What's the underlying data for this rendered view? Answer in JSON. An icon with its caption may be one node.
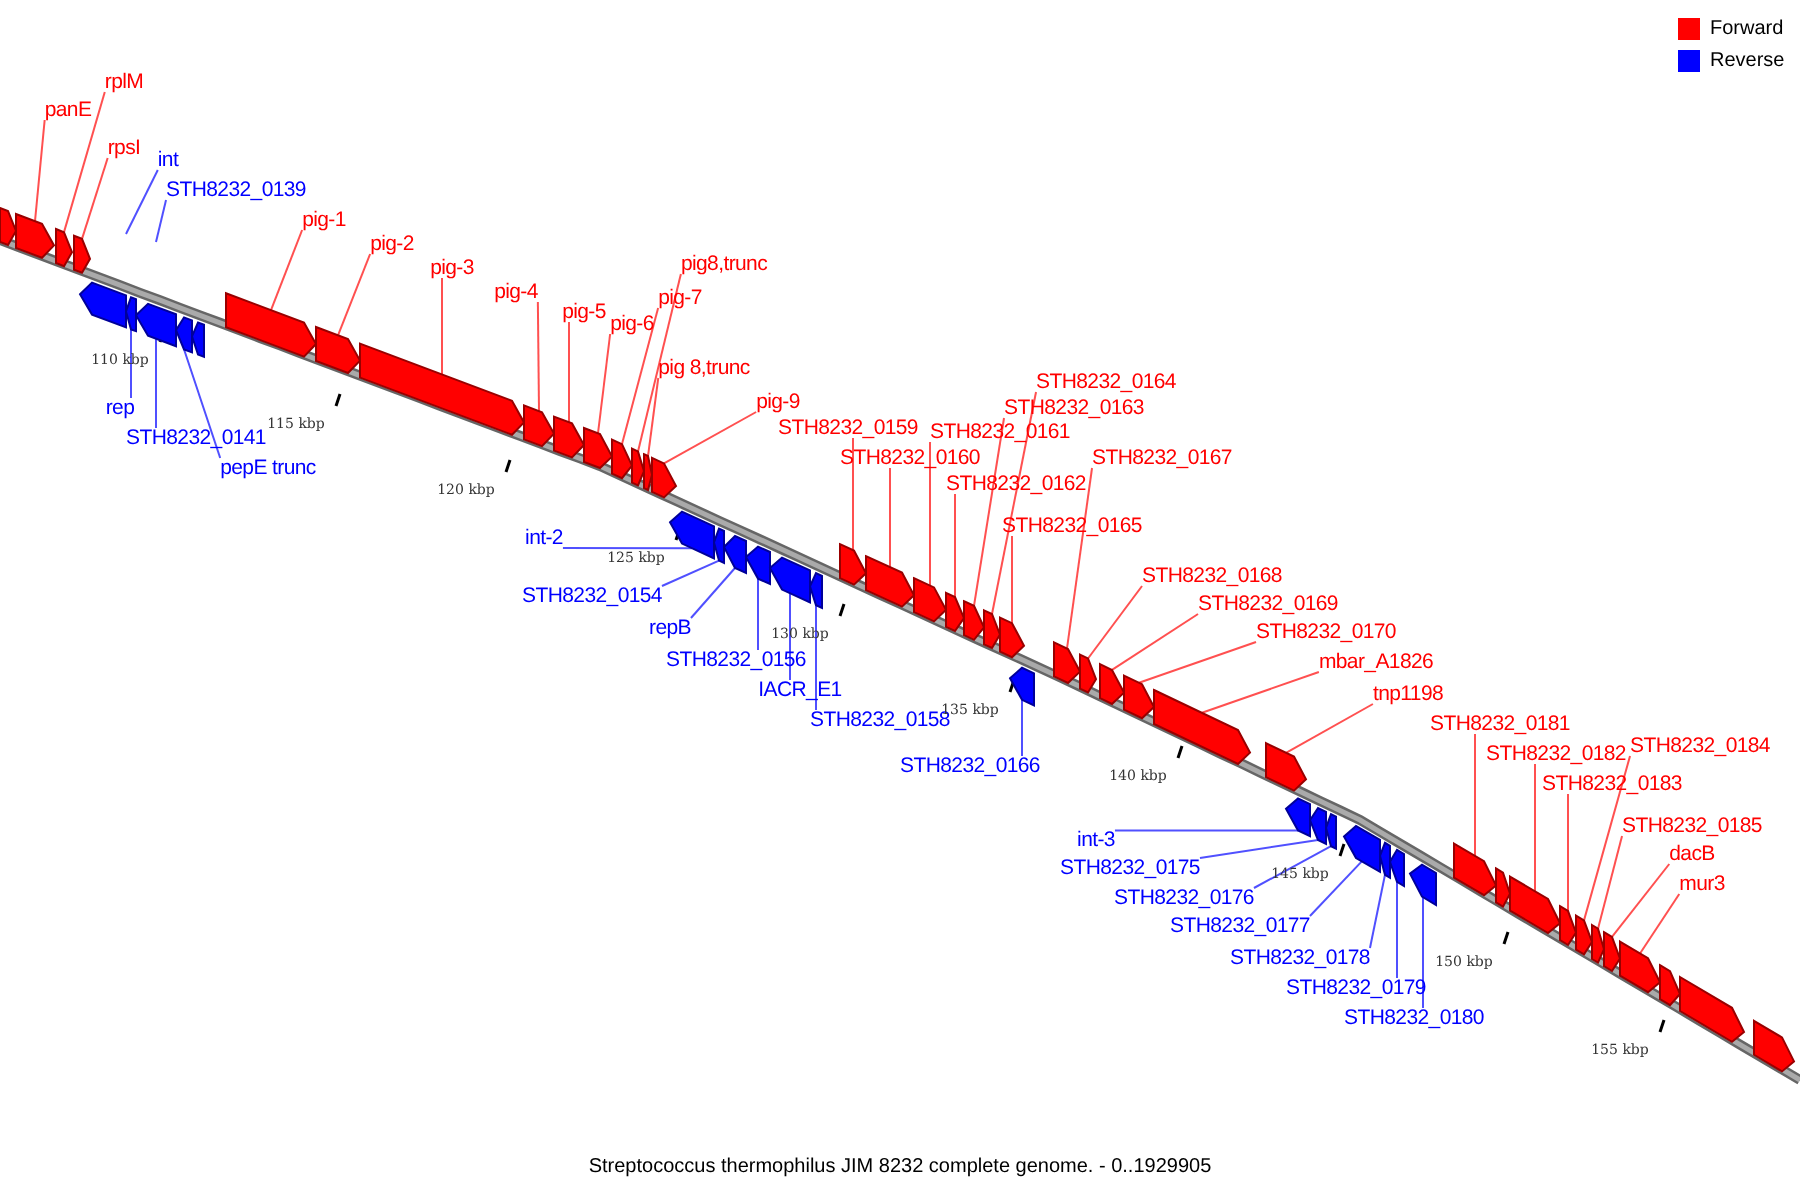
{
  "diagram": {
    "caption": "Streptococcus thermophilus JIM 8232 complete genome. - 0..1929905",
    "nodes": [
      {
        "text": [
          "panE"
        ]
      },
      {
        "text": [],
        "shape": "box"
      },
      {
        "text": [
          "rplM"
        ]
      },
      {
        "text": [],
        "shape": "box"
      },
      {
        "text": [
          "rpsI"
        ]
      },
      {
        "text": [],
        "shape": "box"
      },
      {
        "text": [
          "int"
        ]
      },
      {
        "text": [
          "STH8232_0139"
        ]
      },
      {
        "text": [
          "rep"
        ]
      },
      {
        "text": [],
        "shape": "box"
      },
      {
        "text": [
          "STH8232_0141"
        ]
      },
      {
        "text": [],
        "shape": "box"
      },
      {
        "text": [
          "pepE trunc"
        ]
      },
      {
        "text": [],
        "shape": "box"
      },
      {
        "text": [
          "pig-1"
        ]
      },
      {
        "text": [],
        "shape": "box"
      },
      {
        "text": [
          "pig-2"
        ]
      },
      {
        "text": [],
        "shape": "box"
      },
      {
        "text": [
          "pig-3"
        ]
      },
      {
        "text": [],
        "shape": "box"
      },
      {
        "text": [
          "pig-4"
        ]
      },
      {
        "text": [],
        "shape": "box"
      },
      {
        "text": [
          "pig-5"
        ]
      },
      {
        "text": [],
        "shape": "box"
      },
      {
        "text": [
          "pig-6"
        ]
      },
      {
        "text": [],
        "shape": "box"
      },
      {
        "text": [
          "pig-7"
        ]
      },
      {
        "text": [],
        "shape": "box"
      },
      {
        "text": [
          "pig8,trunc"
        ]
      },
      {
        "text": [],
        "shape": "box"
      },
      {
        "text": [
          "pig 8,trunc"
        ]
      },
      {
        "text": [],
        "shape": "box"
      },
      {
        "text": [
          "pig-9"
        ]
      },
      {
        "text": [],
        "shape": "box"
      },
      {
        "text": [
          "int-2"
        ]
      },
      {
        "text": [],
        "shape": "box"
      },
      {
        "text": [
          "STH8232_0154"
        ]
      },
      {
        "text": [],
        "shape": "box"
      },
      {
        "text": [
          "repB"
        ]
      },
      {
        "text": [],
        "shape": "box"
      },
      {
        "text": [
          "STH8232_0156"
        ]
      },
      {
        "text": [],
        "shape": "box"
      },
      {
        "text": [
          "IACR_E1"
        ]
      },
      {
        "text": [],
        "shape": "box"
      },
      {
        "text": [
          "STH8232_0158"
        ]
      },
      {
        "text": [],
        "shape": "box"
      },
      {
        "text": [
          "STH8232_0159"
        ]
      },
      {
        "text": [],
        "shape": "box"
      },
      {
        "text": [
          "STH8232_0160"
        ]
      },
      {
        "text": [],
        "shape": "box"
      },
      {
        "text": [
          "STH8232_0161"
        ]
      },
      {
        "text": [],
        "shape": "box"
      },
      {
        "text": [
          "STH8232_0162"
        ]
      },
      {
        "text": [],
        "shape": "box"
      },
      {
        "text": [
          "STH8232_0163"
        ]
      },
      {
        "text": [],
        "shape": "box"
      },
      {
        "text": [
          "STH8232_0164"
        ]
      },
      {
        "text": [],
        "shape": "box"
      },
      {
        "text": [
          "STH8232_0165"
        ]
      },
      {
        "text": [],
        "shape": "box"
      },
      {
        "text": [
          "STH8232_0166"
        ]
      },
      {
        "text": [],
        "shape": "box"
      },
      {
        "text": [
          "STH8232_0167"
        ]
      },
      {
        "text": [],
        "shape": "box"
      },
      {
        "text": [
          "STH8232_0168"
        ]
      },
      {
        "text": [],
        "shape": "box"
      },
      {
        "text": [
          "STH8232_0169"
        ]
      },
      {
        "text": [],
        "shape": "box"
      },
      {
        "text": [
          "STH8232_0170"
        ]
      },
      {
        "text": [],
        "shape": "box"
      },
      {
        "text": [
          "mbar_A1826"
        ]
      },
      {
        "text": [],
        "shape": "box"
      },
      {
        "text": [
          "tnp1198"
        ]
      },
      {
        "text": [],
        "shape": "box"
      },
      {
        "text": [
          "int-3"
        ]
      },
      {
        "text": [],
        "shape": "box"
      },
      {
        "text": [
          "STH8232_0175"
        ]
      },
      {
        "text": [],
        "shape": "box"
      },
      {
        "text": [
          "STH8232_0176"
        ]
      },
      {
        "text": [],
        "shape": "box"
      },
      {
        "text": [
          "STH8232_0177"
        ]
      },
      {
        "text": [],
        "shape": "box"
      },
      {
        "text": [
          "STH8232_0178"
        ]
      },
      {
        "text": [],
        "shape": "box"
      },
      {
        "text": [
          "STH8232_0179"
        ]
      },
      {
        "text": [],
        "shape": "box"
      },
      {
        "text": [
          "STH8232_0180"
        ]
      },
      {
        "text": [],
        "shape": "box"
      },
      {
        "text": [
          "STH8232_0181"
        ]
      },
      {
        "text": [],
        "shape": "box"
      },
      {
        "text": [
          "STH8232_0182"
        ]
      },
      {
        "text": [],
        "shape": "box"
      },
      {
        "text": [
          "STH8232_0183"
        ]
      },
      {
        "text": [],
        "shape": "box"
      },
      {
        "text": [
          "STH8232_0184"
        ]
      },
      {
        "text": [],
        "shape": "box"
      },
      {
        "text": [
          "STH8232_0185"
        ]
      },
      {
        "text": [],
        "shape": "box"
      },
      {
        "text": [
          "dacB"
        ]
      },
      {
        "text": [],
        "shape": "box"
      },
      {
        "text": [
          "mur3"
        ]
      },
      {
        "text": [],
        "shape": "box"
      },
      {
        "text": [],
        "shape": "box"
      },
      {
        "text": [],
        "shape": "box"
      },
      {
        "text": [],
        "shape": "box"
      },
      {
        "text": [],
        "shape": "box"
      },
      {
        "text": [],
        "shape": "box"
      },
      {
        "text": [],
        "shape": "box"
      },
      {
        "text": [],
        "shape": "box"
      }
    ],
    "edges": [
      {
        "from": 0,
        "to": 1,
        "arrow": "none"
      },
      {
        "from": 2,
        "to": 3,
        "arrow": "none"
      },
      {
        "from": 4,
        "to": 5,
        "arrow": "none"
      },
      {
        "from": 6,
        "to": null,
        "arrow": "none",
        "color": "#5050ff"
      },
      {
        "from": 7,
        "to": null,
        "arrow": "none",
        "color": "#5050ff"
      },
      {
        "from": 8,
        "to": 9,
        "arrow": "none",
        "color": "#5050ff"
      },
      {
        "from": 10,
        "to": 11,
        "arrow": "none",
        "color": "#5050ff"
      },
      {
        "from": 12,
        "to": 13,
        "arrow": "none",
        "color": "#5050ff"
      },
      {
        "from": 14,
        "to": 15,
        "arrow": "none"
      },
      {
        "from": 16,
        "to": 17,
        "arrow": "none"
      },
      {
        "from": 18,
        "to": 19,
        "arrow": "none"
      },
      {
        "from": 20,
        "to": 21,
        "arrow": "none"
      },
      {
        "from": 22,
        "to": 23,
        "arrow": "none"
      },
      {
        "from": 24,
        "to": 25,
        "arrow": "none"
      },
      {
        "from": 26,
        "to": 27,
        "arrow": "none"
      },
      {
        "from": 28,
        "to": 29,
        "arrow": "none"
      },
      {
        "from": 30,
        "to": 31,
        "arrow": "none"
      },
      {
        "from": 32,
        "to": 33,
        "arrow": "none"
      },
      {
        "from": 34,
        "to": 35,
        "arrow": "none",
        "color": "#5050ff"
      },
      {
        "from": 36,
        "to": 37,
        "arrow": "none",
        "color": "#5050ff"
      },
      {
        "from": 38,
        "to": 39,
        "arrow": "none",
        "color": "#5050ff"
      },
      {
        "from": 40,
        "to": 41,
        "arrow": "none",
        "color": "#5050ff"
      },
      {
        "from": 42,
        "to": 43,
        "arrow": "none",
        "color": "#5050ff"
      },
      {
        "from": 44,
        "to": 45,
        "arrow": "none",
        "color": "#5050ff"
      },
      {
        "from": 46,
        "to": 47,
        "arrow": "none"
      },
      {
        "from": 48,
        "to": 49,
        "arrow": "none"
      },
      {
        "from": 50,
        "to": 51,
        "arrow": "none"
      },
      {
        "from": 52,
        "to": 53,
        "arrow": "none"
      },
      {
        "from": 54,
        "to": 55,
        "arrow": "none"
      },
      {
        "from": 56,
        "to": 57,
        "arrow": "none"
      },
      {
        "from": 58,
        "to": 59,
        "arrow": "none"
      },
      {
        "from": 60,
        "to": 61,
        "arrow": "none",
        "color": "#5050ff"
      },
      {
        "from": 62,
        "to": 63,
        "arrow": "none"
      },
      {
        "from": 64,
        "to": 65,
        "arrow": "none"
      },
      {
        "from": 66,
        "to": 67,
        "arrow": "none"
      },
      {
        "from": 68,
        "to": 69,
        "arrow": "none"
      },
      {
        "from": 70,
        "to": 71,
        "arrow": "none"
      },
      {
        "from": 72,
        "to": 73,
        "arrow": "none"
      },
      {
        "from": 74,
        "to": 75,
        "arrow": "none",
        "color": "#5050ff"
      },
      {
        "from": 76,
        "to": 77,
        "arrow": "none",
        "color": "#5050ff"
      },
      {
        "from": 78,
        "to": 79,
        "arrow": "none",
        "color": "#5050ff"
      },
      {
        "from": 80,
        "to": 81,
        "arrow": "none",
        "color": "#5050ff"
      },
      {
        "from": 82,
        "to": 83,
        "arrow": "none",
        "color": "#5050ff"
      },
      {
        "from": 84,
        "to": 85,
        "arrow": "none",
        "color": "#5050ff"
      },
      {
        "from": 86,
        "to": 87,
        "arrow": "none",
        "color": "#5050ff"
      },
      {
        "from": 88,
        "to": 89,
        "arrow": "none"
      },
      {
        "from": 90,
        "to": 91,
        "arrow": "none"
      },
      {
        "from": 92,
        "to": 93,
        "arrow": "none"
      },
      {
        "from": 94,
        "to": 95,
        "arrow": "none"
      },
      {
        "from": 96,
        "to": 97,
        "arrow": "none"
      },
      {
        "from": 98,
        "to": 99,
        "arrow": "none"
      },
      {
        "from": 100,
        "to": 101,
        "arrow": "none"
      }
    ],
    "labels": [
      "110 kbp",
      "115 kbp",
      "120 kbp",
      "125 kbp",
      "130 kbp",
      "135 kbp",
      "140 kbp",
      "145 kbp",
      "150 kbp",
      "155 kbp"
    ],
    "legend": [
      {
        "text": "Forward",
        "color": "#ff0000"
      },
      {
        "text": "Reverse",
        "color": "#0000ff"
      }
    ]
  }
}
